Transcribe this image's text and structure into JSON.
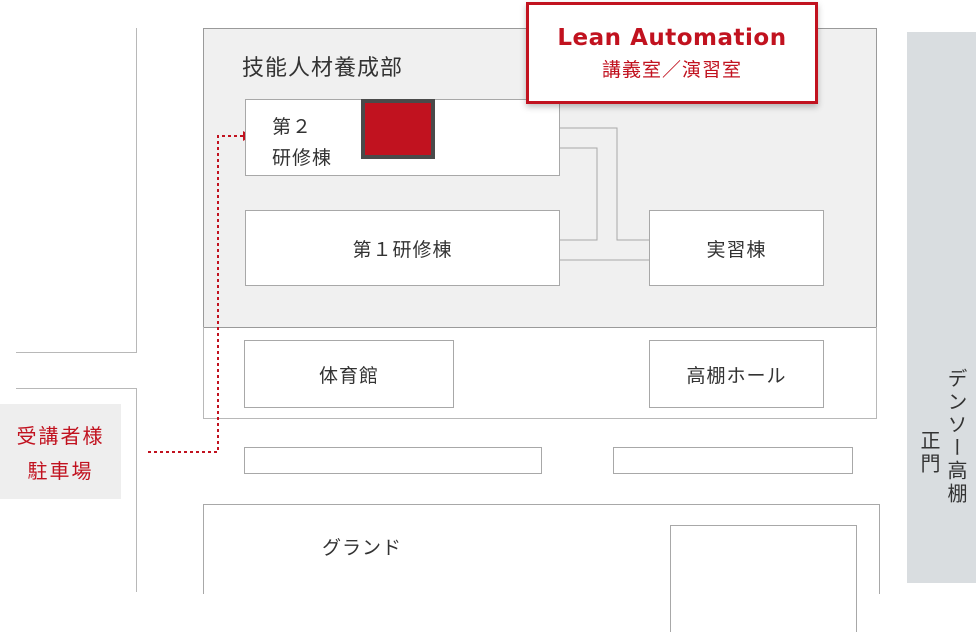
{
  "campus_title": "技能人材養成部",
  "buildings": {
    "building_2_line1": "第２",
    "building_2_line2": "研修棟",
    "building_1": "第１研修棟",
    "practice": "実習棟",
    "gym": "体育館",
    "hall": "高棚ホール",
    "ground": "グランド"
  },
  "callout": {
    "title": "Lean Automation",
    "subtitle": "講義室／演習室"
  },
  "parking": {
    "line1": "受講者様",
    "line2": "駐車場"
  },
  "gate": {
    "line1": "デンソー高棚",
    "line2": "正門"
  },
  "colors": {
    "accent": "#c1121f",
    "campus_bg": "#f0f0f0",
    "road": "#b8b8b8",
    "gate_bg": "#d9dde0"
  }
}
